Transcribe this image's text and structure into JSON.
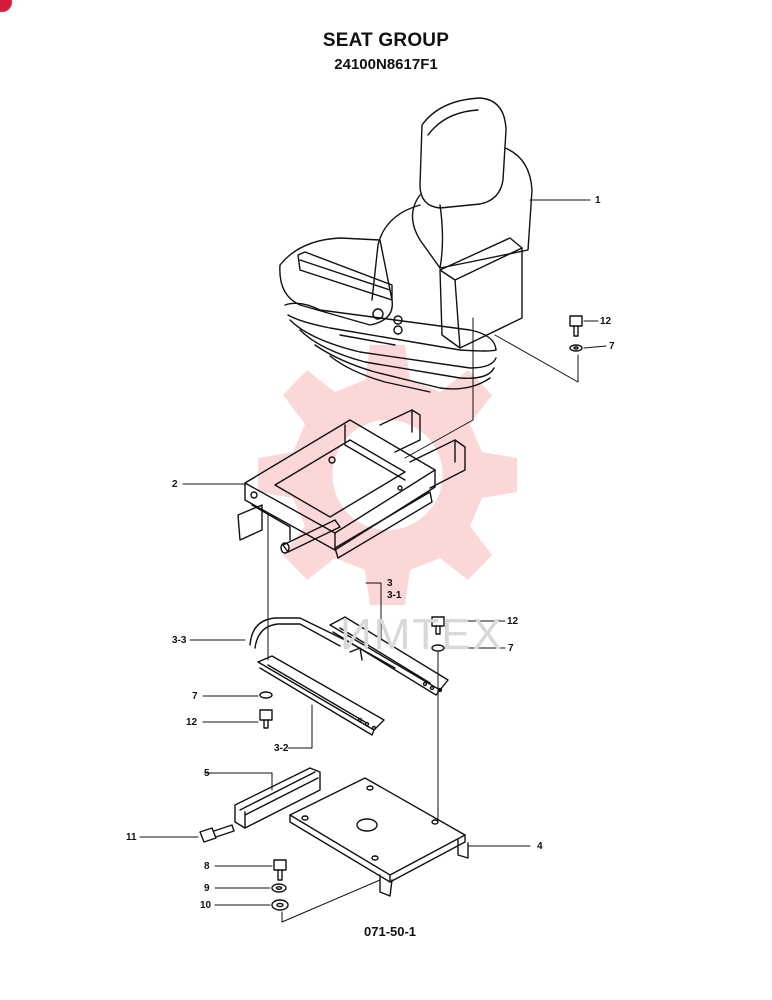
{
  "header": {
    "title": "SEAT GROUP",
    "part_number": "24100N8617F1"
  },
  "figure": {
    "number": "071-50-1"
  },
  "watermark": {
    "text": "ИМТЕХ",
    "color": "#f04848"
  },
  "callouts": [
    {
      "id": "c-1",
      "text": "1"
    },
    {
      "id": "c-2",
      "text": "2"
    },
    {
      "id": "c-3",
      "text": "3"
    },
    {
      "id": "c-3-1",
      "text": "3-1"
    },
    {
      "id": "c-3-3",
      "text": "3-3"
    },
    {
      "id": "c-3-2",
      "text": "3-2"
    },
    {
      "id": "c-4",
      "text": "4"
    },
    {
      "id": "c-5",
      "text": "5"
    },
    {
      "id": "c-7a",
      "text": "7"
    },
    {
      "id": "c-7b",
      "text": "7"
    },
    {
      "id": "c-7c",
      "text": "7"
    },
    {
      "id": "c-8",
      "text": "8"
    },
    {
      "id": "c-9",
      "text": "9"
    },
    {
      "id": "c-10",
      "text": "10"
    },
    {
      "id": "c-11",
      "text": "11"
    },
    {
      "id": "c-12a",
      "text": "12"
    },
    {
      "id": "c-12b",
      "text": "12"
    },
    {
      "id": "c-12c",
      "text": "12"
    }
  ]
}
